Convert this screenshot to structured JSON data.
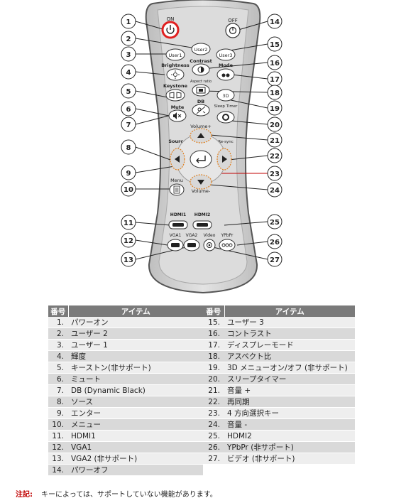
{
  "remote": {
    "labels": {
      "on": "ON",
      "off": "OFF",
      "user1": "User1",
      "user2": "User2",
      "user3": "User3",
      "brightness": "Brightness",
      "contrast": "Contrast",
      "mode": "Mode",
      "keystone": "Keystone",
      "aspect_ratio": "Aspect ratio",
      "three_d": "3D",
      "mute": "Mute",
      "db": "DB",
      "sleep_timer": "Sleep Timer",
      "volume_plus": "Volume+",
      "source": "Source",
      "resync": "Re-sync",
      "menu": "Menu",
      "volume_minus": "Volume-",
      "hdmi1": "HDMI1",
      "hdmi2": "HDMI2",
      "vga1": "VGA1",
      "vga2": "VGA2",
      "video": "Video",
      "ypbpr": "YPbPr"
    },
    "callouts": {
      "c1": "1",
      "c2": "2",
      "c3": "3",
      "c4": "4",
      "c5": "5",
      "c6": "6",
      "c7": "7",
      "c8": "8",
      "c9": "9",
      "c10": "10",
      "c11": "11",
      "c12": "12",
      "c13": "13",
      "c14": "14",
      "c15": "15",
      "c16": "16",
      "c17": "17",
      "c18": "18",
      "c19": "19",
      "c20": "20",
      "c21": "21",
      "c22": "22",
      "c23": "23",
      "c24": "24",
      "c25": "25",
      "c26": "26",
      "c27": "27"
    }
  },
  "table": {
    "headers": {
      "number": "番号",
      "item": "アイテム"
    },
    "left_rows": [
      {
        "num": "1.",
        "name": "パワーオン"
      },
      {
        "num": "2.",
        "name": "ユーザー 2"
      },
      {
        "num": "3.",
        "name": "ユーザー 1"
      },
      {
        "num": "4.",
        "name": "輝度"
      },
      {
        "num": "5.",
        "name": "キーストン(非サポート)"
      },
      {
        "num": "6.",
        "name": "ミュート"
      },
      {
        "num": "7.",
        "name": "DB (Dynamic Black)"
      },
      {
        "num": "8.",
        "name": "ソース"
      },
      {
        "num": "9.",
        "name": "エンター"
      },
      {
        "num": "10.",
        "name": "メニュー"
      },
      {
        "num": "11.",
        "name": "HDMI1"
      },
      {
        "num": "12.",
        "name": "VGA1"
      },
      {
        "num": "13.",
        "name": "VGA2 (非サポート)"
      },
      {
        "num": "14.",
        "name": "パワーオフ"
      }
    ],
    "right_rows": [
      {
        "num": "15.",
        "name": "ユーザー 3"
      },
      {
        "num": "16.",
        "name": "コントラスト"
      },
      {
        "num": "17.",
        "name": "ディスプレーモード"
      },
      {
        "num": "18.",
        "name": "アスペクト比"
      },
      {
        "num": "19.",
        "name": "3D メニューオン/オフ (非サポート)"
      },
      {
        "num": "20.",
        "name": "スリープタイマー"
      },
      {
        "num": "21.",
        "name": "音量 +"
      },
      {
        "num": "22.",
        "name": "再同期"
      },
      {
        "num": "23.",
        "name": "4 方向選択キー"
      },
      {
        "num": "24.",
        "name": "音量 -"
      },
      {
        "num": "25.",
        "name": "HDMI2"
      },
      {
        "num": "26.",
        "name": "YPbPr (非サポート)"
      },
      {
        "num": "27.",
        "name": "ビデオ (非サポート)"
      }
    ]
  },
  "note": {
    "label": "注記:",
    "text": "キーによっては、サポートしていない機能があります。"
  },
  "colors": {
    "header_bg": "#7a7a7a",
    "row_dark": "#d9d9d9",
    "row_light": "#eeeeee",
    "note_label": "#c00000",
    "power_ring": "#e02020",
    "remote_body": "#d4d4d4"
  }
}
